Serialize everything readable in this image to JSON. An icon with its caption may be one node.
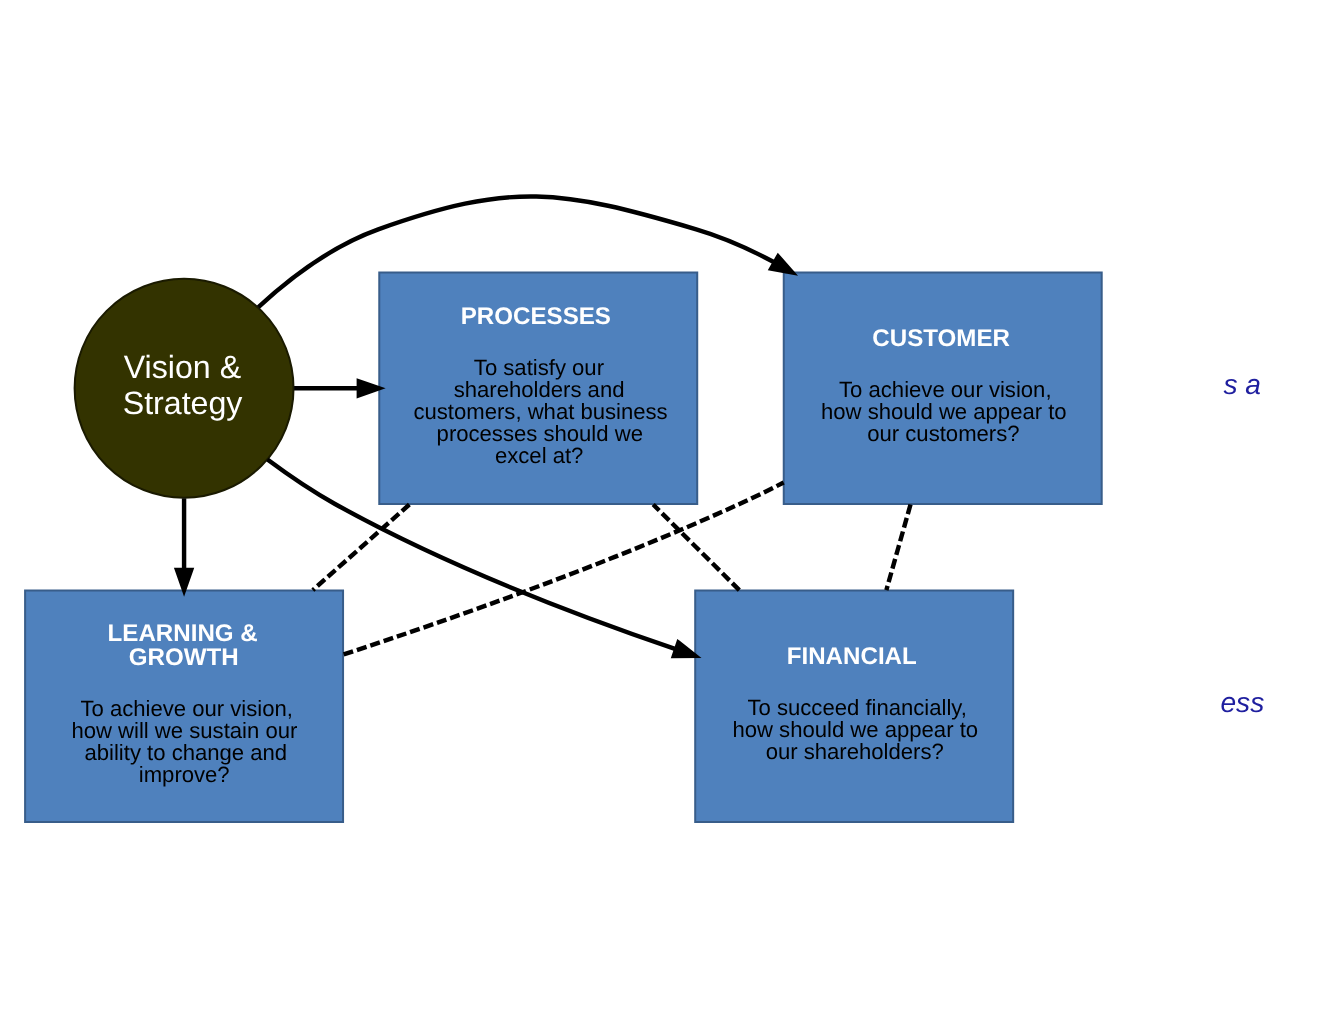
{
  "diagram": {
    "nodes": [
      {
        "text": [
          "FINANCIAL",
          "To succeed financially, how should we appear to our shareholders?"
        ]
      },
      {
        "text": [
          "CUSTOMER",
          "To achieve our vision, how should we appear to our customers?"
        ]
      },
      {
        "text": [
          "Vision & Strategy"
        ]
      },
      {
        "text": [
          "PROCESSES",
          "To satisfy our shareholders and customers, what business processes should we excel at?"
        ]
      },
      {
        "text": [
          "LEARNING & GROWTH",
          "To achieve our vision, how will we sustain our ability to change and improve?"
        ]
      }
    ],
    "edges": [
      {
        "from": 2,
        "to": 0,
        "arrow": "to"
      },
      {
        "from": 2,
        "to": 1,
        "arrow": "to"
      },
      {
        "from": 2,
        "to": 3,
        "arrow": "to"
      },
      {
        "from": 2,
        "to": 4,
        "arrow": "to"
      },
      {
        "from": 0,
        "to": 3,
        "arrow": "none",
        "style": "dashed"
      },
      {
        "from": 3,
        "to": 4,
        "arrow": "none",
        "style": "dashed"
      },
      {
        "from": 4,
        "to": 1,
        "arrow": "none",
        "style": "dashed"
      },
      {
        "from": 1,
        "to": 0,
        "arrow": "none",
        "style": "dashed"
      }
    ],
    "labels": [
      "s a",
      "ess"
    ]
  }
}
